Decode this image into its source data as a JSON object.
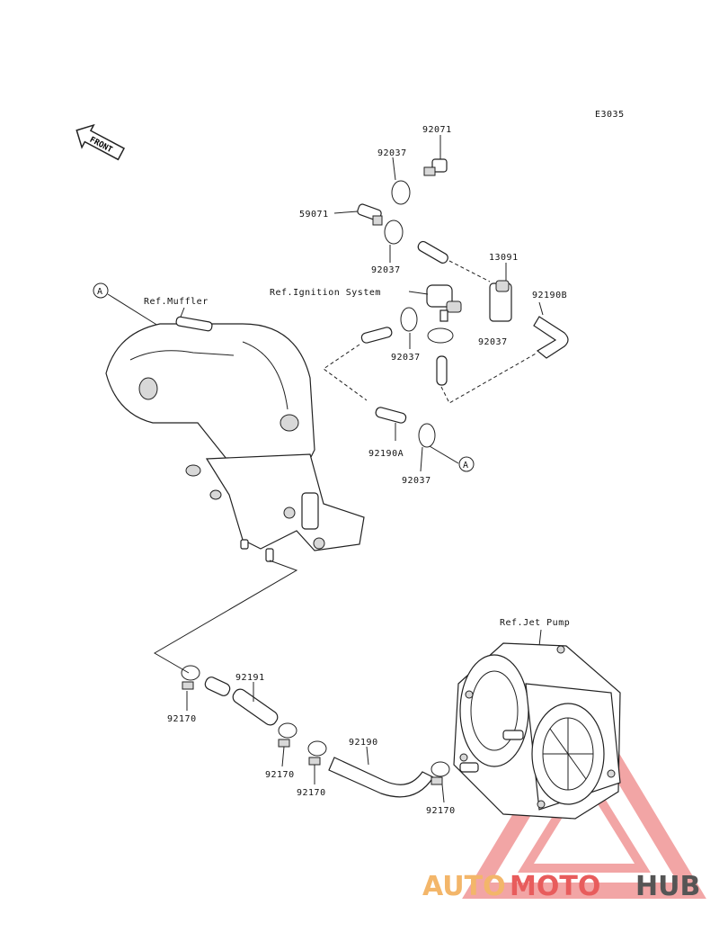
{
  "diagram_code": "E3035",
  "front_arrow": "FRONT",
  "callout_a": "A",
  "refs": {
    "muffler": "Ref.Muffler",
    "ignition": "Ref.Ignition System",
    "jet_pump": "Ref.Jet Pump"
  },
  "parts": {
    "p92071": "92071",
    "p92037_top": "92037",
    "p59071": "59071",
    "p92037_mid": "92037",
    "p13091": "13091",
    "p92190B": "92190B",
    "p92037_r": "92037",
    "p92037_l": "92037",
    "p92190A": "92190A",
    "p92037_b": "92037",
    "p92191": "92191",
    "p92170_a": "92170",
    "p92170_b": "92170",
    "p92170_c": "92170",
    "p92190": "92190",
    "p92170_d": "92170"
  },
  "watermark": {
    "auto": "AUTO",
    "moto": "MOTO",
    "hub": "HUB",
    "colors": {
      "auto": "#f3b66a",
      "moto": "#e85c5c",
      "hub": "#555555",
      "triangle": "#e85c5c"
    }
  }
}
